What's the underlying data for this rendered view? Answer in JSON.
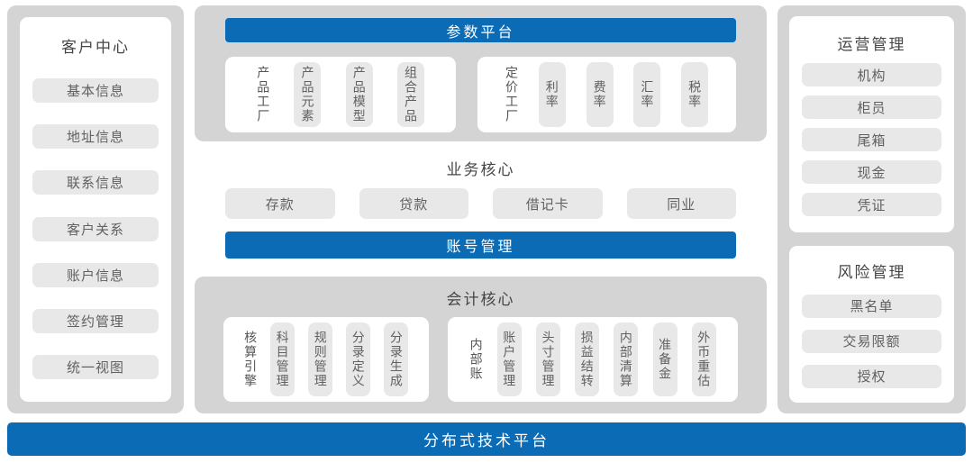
{
  "colors": {
    "accent_blue": "#0c6bb5",
    "container_gray": "#d4d4d4",
    "chip_gray": "#e8e8e8",
    "title_text": "#454545",
    "chip_text": "#616161"
  },
  "left_panel": {
    "title": "客户中心",
    "items": [
      "基本信息",
      "地址信息",
      "联系信息",
      "客户关系",
      "账户信息",
      "签约管理",
      "统一视图"
    ]
  },
  "parameter_platform": {
    "header": "参数平台",
    "groups": [
      {
        "label": "产品工厂",
        "items": [
          "产品元素",
          "产品模型",
          "组合产品"
        ]
      },
      {
        "label": "定价工厂",
        "items": [
          "利率",
          "费率",
          "汇率",
          "税率"
        ]
      }
    ]
  },
  "business_core": {
    "title": "业务核心",
    "items": [
      "存款",
      "贷款",
      "借记卡",
      "同业"
    ],
    "account_bar": "账号管理"
  },
  "accounting_core": {
    "title": "会计核心",
    "groups": [
      {
        "label": "核算引擎",
        "items": [
          "科目管理",
          "规则管理",
          "分录定义",
          "分录生成"
        ]
      },
      {
        "label": "内部账",
        "items": [
          "账户管理",
          "头寸管理",
          "损益结转",
          "内部清算",
          "准备金",
          "外币重估"
        ]
      }
    ]
  },
  "operations_panel": {
    "title": "运营管理",
    "items": [
      "机构",
      "柜员",
      "尾箱",
      "现金",
      "凭证"
    ]
  },
  "risk_panel": {
    "title": "风险管理",
    "items": [
      "黑名单",
      "交易限额",
      "授权"
    ]
  },
  "footer": {
    "label": "分布式技术平台"
  }
}
